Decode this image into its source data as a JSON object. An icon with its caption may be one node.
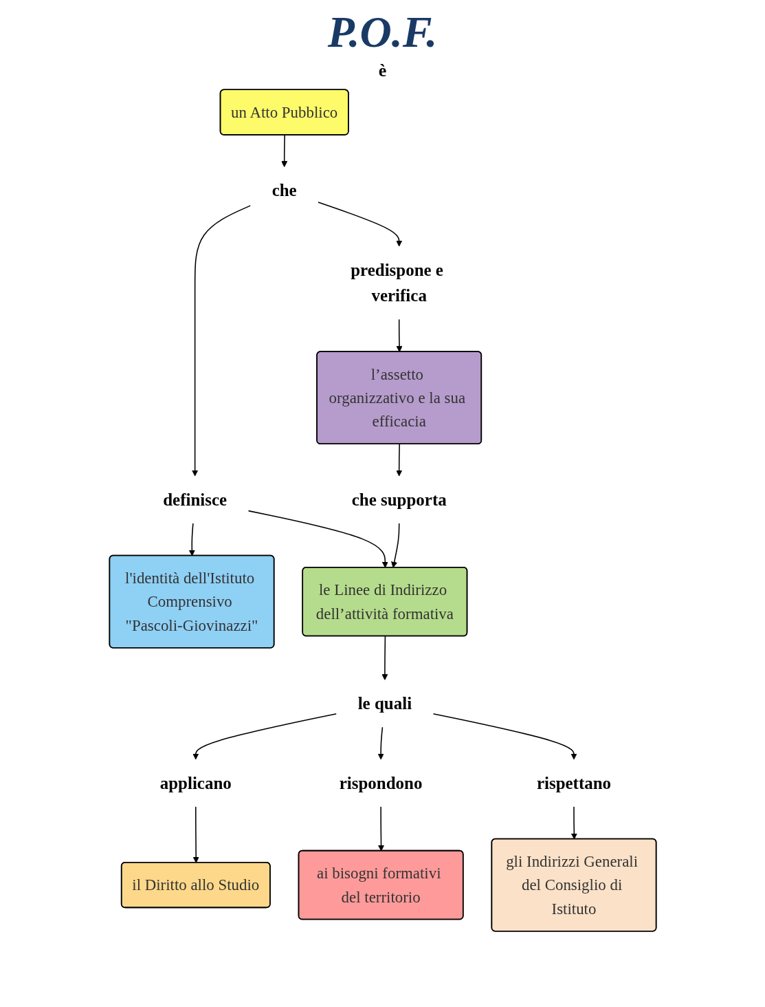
{
  "diagram": {
    "title": "P.O.F.",
    "nodes": [
      {
        "text": [
          "un Atto Pubblico"
        ]
      },
      {
        "text": [
          "che"
        ]
      },
      {
        "text": [
          "definisce"
        ]
      },
      {
        "text": [
          "predispone e verifica"
        ]
      },
      {
        "text": [
          "l'identità dell'Istituto Comprensivo \"Pascoli-Giovinazzi\""
        ]
      },
      {
        "text": [
          "le Linee di Indirizzo dell’attività formativa"
        ]
      },
      {
        "text": [
          "che supporta"
        ]
      },
      {
        "text": [
          "l’assetto organizzativo e la sua efficacia"
        ]
      },
      {
        "text": [
          "le quali"
        ]
      },
      {
        "text": [
          "applicano"
        ]
      },
      {
        "text": [
          "rispondono"
        ]
      },
      {
        "text": [
          "rispettano"
        ]
      },
      {
        "text": [
          "il Diritto allo Studio"
        ]
      },
      {
        "text": [
          "ai bisogni formativi del territorio"
        ]
      },
      {
        "text": [
          "gli Indirizzi Generali del Consiglio di Istituto"
        ]
      }
    ],
    "edges": [
      {
        "from": 0,
        "to": 1,
        "arrow": "to"
      },
      {
        "from": 1,
        "to": 2,
        "arrow": "to"
      },
      {
        "from": 1,
        "to": 3,
        "arrow": "to"
      },
      {
        "from": 2,
        "to": 4,
        "arrow": "to"
      },
      {
        "from": 2,
        "to": 5,
        "arrow": "to"
      },
      {
        "from": 3,
        "to": 7,
        "arrow": "to"
      },
      {
        "from": 7,
        "to": 6,
        "arrow": "to"
      },
      {
        "from": 6,
        "to": 5,
        "arrow": "to"
      },
      {
        "from": 5,
        "to": 8,
        "arrow": "to"
      },
      {
        "from": 8,
        "to": 9,
        "arrow": "to"
      },
      {
        "from": 8,
        "to": 10,
        "arrow": "to"
      },
      {
        "from": 8,
        "to": 11,
        "arrow": "to"
      },
      {
        "from": 9,
        "to": 12,
        "arrow": "to"
      },
      {
        "from": 10,
        "to": 13,
        "arrow": "to"
      },
      {
        "from": 11,
        "to": 14,
        "arrow": "to"
      }
    ],
    "labels": [
      "è"
    ]
  }
}
